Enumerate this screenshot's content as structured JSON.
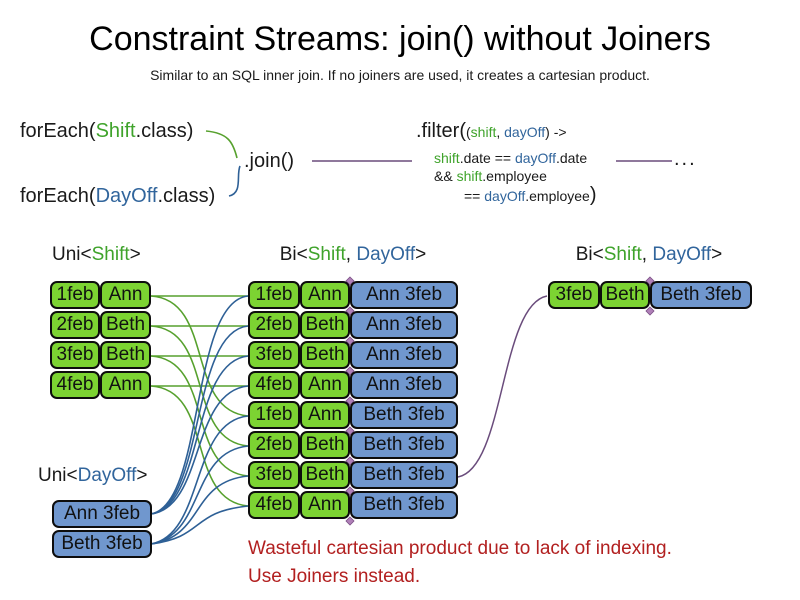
{
  "title": "Constraint Streams: join() without Joiners",
  "subtitle": "Similar to an SQL inner join. If no joiners are used, it creates a cartesian product.",
  "code": {
    "foreach_shift": {
      "kw": "forEach(",
      "cls": "Shift",
      "rest": ".class)"
    },
    "foreach_dayoff": {
      "kw": "forEach(",
      "cls": "DayOff",
      "rest": ".class)"
    },
    "join_label": ".join()",
    "filter": {
      "kw": ".filter(",
      "open": "(",
      "arg1": "shift",
      "comma": ", ",
      "arg2": "dayOff",
      "arrow": ") ->",
      "line2": {
        "a": "shift",
        "b": ".date == ",
        "c": "dayOff",
        "d": ".date"
      },
      "line3": {
        "a": "&& ",
        "b": "shift",
        "c": ".employee"
      },
      "line4": {
        "a": "== ",
        "b": "dayOff",
        "c": ".employee",
        "close": ")"
      }
    },
    "ellipsis": "..."
  },
  "labels": {
    "uni_shift": {
      "a": "Uni<",
      "b": "Shift",
      "c": ">"
    },
    "uni_dayoff": {
      "a": "Uni<",
      "b": "DayOff",
      "c": ">"
    },
    "bi": {
      "a": "Bi<",
      "b": "Shift",
      "c": ", ",
      "d": "DayOff",
      "e": ">"
    }
  },
  "uni_shift_rows": [
    {
      "date": "1feb",
      "name": "Ann"
    },
    {
      "date": "2feb",
      "name": "Beth"
    },
    {
      "date": "3feb",
      "name": "Beth"
    },
    {
      "date": "4feb",
      "name": "Ann"
    }
  ],
  "uni_dayoff_rows": [
    {
      "text": "Ann 3feb"
    },
    {
      "text": "Beth 3feb"
    }
  ],
  "bi_middle_rows": [
    {
      "date": "1feb",
      "name": "Ann",
      "pair": "Ann 3feb"
    },
    {
      "date": "2feb",
      "name": "Beth",
      "pair": "Ann 3feb"
    },
    {
      "date": "3feb",
      "name": "Beth",
      "pair": "Ann 3feb"
    },
    {
      "date": "4feb",
      "name": "Ann",
      "pair": "Ann 3feb"
    },
    {
      "date": "1feb",
      "name": "Ann",
      "pair": "Beth 3feb"
    },
    {
      "date": "2feb",
      "name": "Beth",
      "pair": "Beth 3feb"
    },
    {
      "date": "3feb",
      "name": "Beth",
      "pair": "Beth 3feb"
    },
    {
      "date": "4feb",
      "name": "Ann",
      "pair": "Beth 3feb"
    }
  ],
  "bi_right_rows": [
    {
      "date": "3feb",
      "name": "Beth",
      "pair": "Beth 3feb"
    }
  ],
  "warning": {
    "line1": "Wasteful cartesian product due to lack of indexing.",
    "line2": "Use Joiners instead."
  },
  "colors": {
    "shift_green_fill": "#7cd332",
    "dayoff_blue_fill": "#7097ce",
    "code_green": "#3fa32b",
    "code_blue": "#31659c",
    "employee_orange": "#e4651c",
    "join_purple": "#6a4c7c",
    "warning_red": "#b22020"
  }
}
